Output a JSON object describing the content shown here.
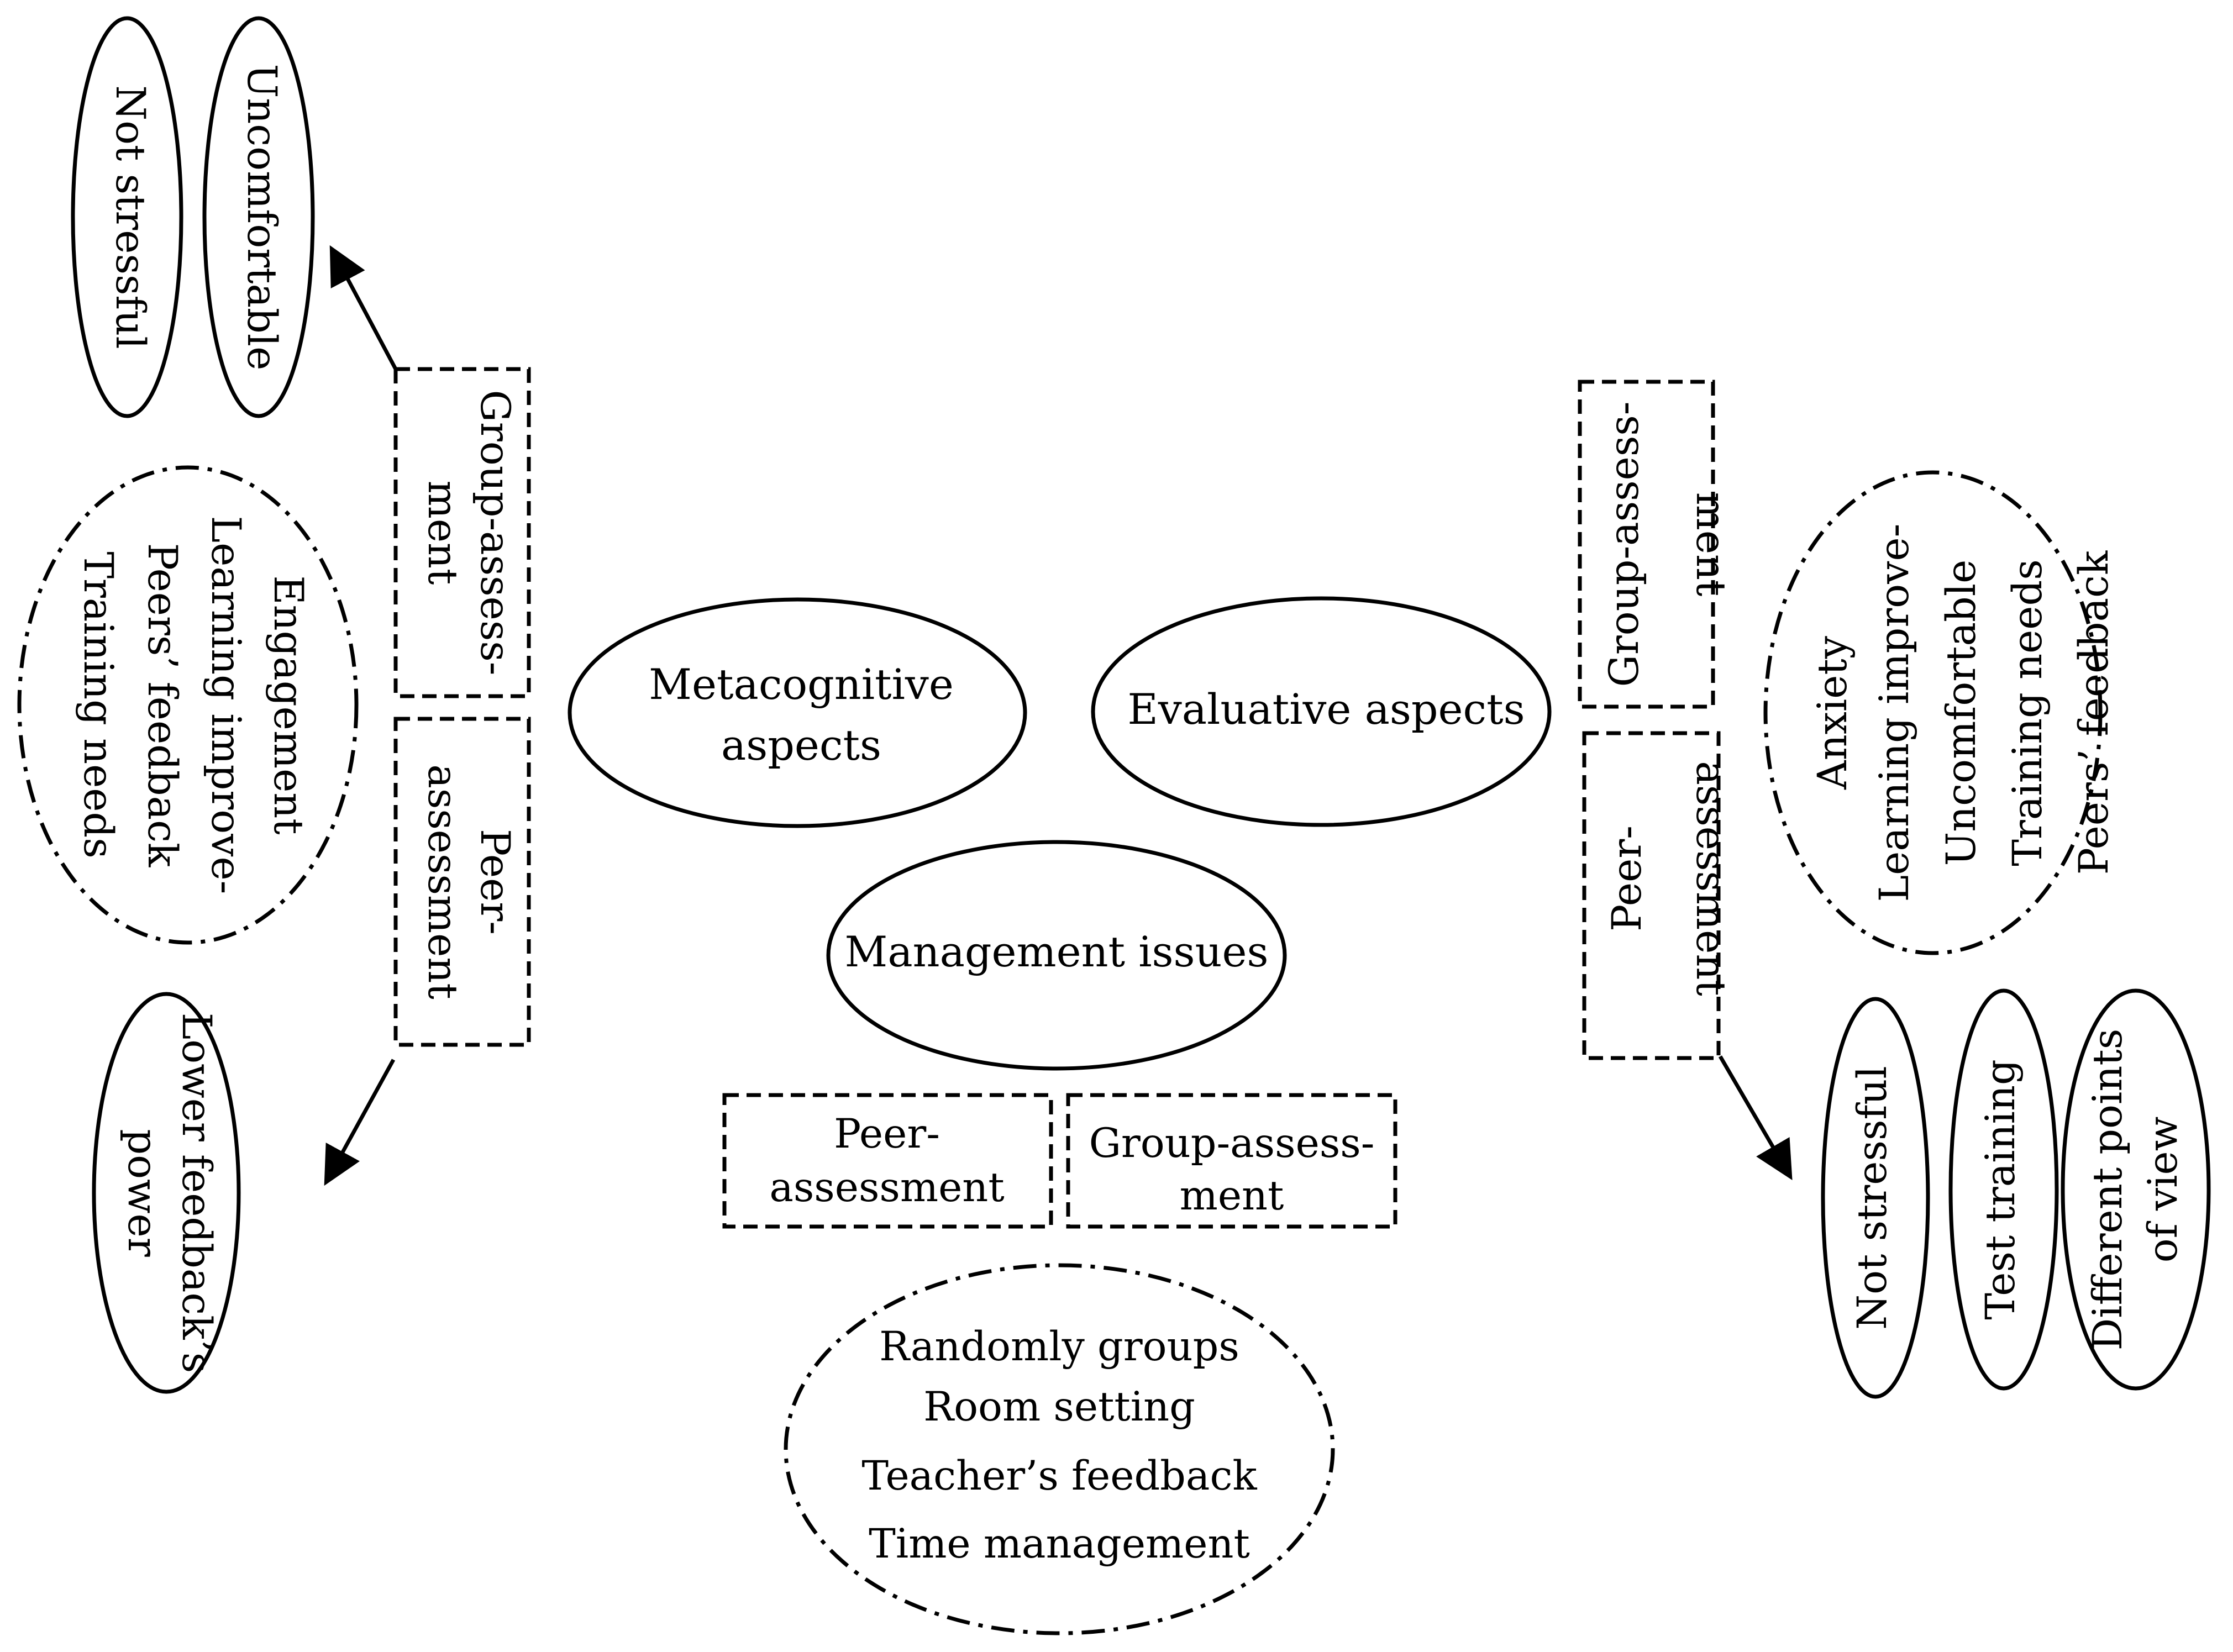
{
  "diagram": {
    "center": {
      "metacognitive": [
        "Metacognitive",
        "aspects"
      ],
      "evaluative": "Evaluative aspects",
      "management": "Management issues"
    },
    "center_boxes": {
      "peer": [
        "Peer-",
        "assessment"
      ],
      "group": [
        "Group-assess-",
        "ment"
      ]
    },
    "center_list": [
      "Randomly groups",
      "Room setting",
      "Teacher’s feedback",
      "Time management"
    ],
    "left": {
      "group_box": [
        "Group-assess-",
        "ment"
      ],
      "peer_box": [
        "Peer-",
        "assessment"
      ],
      "uncomfortable": "Uncomfortable",
      "not_stressful": "Not stressful",
      "list": [
        "Engagement",
        "Learning improve-",
        "Peers’ feedback",
        "Training needs"
      ],
      "lower_feedback": [
        "Lower feedback’s",
        "power"
      ]
    },
    "right": {
      "group_box": [
        "Group-assess-",
        "ment"
      ],
      "peer_box": [
        "Peer-",
        "assessment"
      ],
      "list": [
        "Anxiety",
        "Learning improve-",
        "Uncomfortable",
        "Training needs",
        "Peers’ feedback"
      ],
      "not_stressful": "Not stressful",
      "test_training": "Test training",
      "different_points": [
        "Different points",
        "of view"
      ]
    }
  },
  "colors": {
    "stroke": "#000000",
    "background": "#ffffff"
  }
}
